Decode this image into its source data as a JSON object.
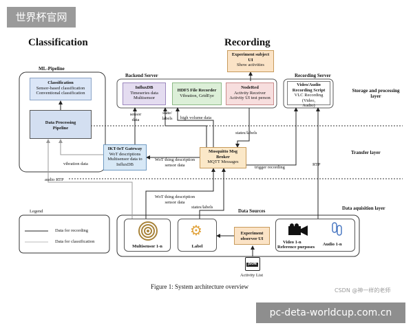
{
  "watermark_top": "世界杯官网",
  "watermark_bottom": "pc-deta-worldcup.com.cn",
  "csdn_mark": "CSDN @神一样的老师",
  "sections": {
    "classification": "Classification",
    "recording": "Recording"
  },
  "ml_pipeline": {
    "title": "ML-Pipeline",
    "classification_box": {
      "title": "Classification",
      "line1": "Sensor-based classification",
      "line2": "Conventional classification"
    },
    "processing_box": {
      "title": "Data Processing Pipeline"
    }
  },
  "backend": {
    "title": "Backend Server",
    "influx": {
      "title": "InfluxDB",
      "line1": "Timeseries data",
      "line2": "Multisensor"
    },
    "hdf5": {
      "title": "HDF5 File Recorder",
      "line1": "Vibration, GridEye"
    },
    "nodered": {
      "title": "NodeRed",
      "line1": "Activity Receiver",
      "line2": "Activity UI test person"
    }
  },
  "experiment_subject": {
    "title": "Experiment subject UI",
    "line1": "Show activities"
  },
  "recording_server": {
    "title": "Recording Server",
    "box": {
      "title": "Video/Audio Recording Script",
      "line1": "VLC Recording (Video,",
      "line2": "Audio)"
    }
  },
  "layers": {
    "storage": "Storage and processing layer",
    "transfer": "Transfer layer",
    "acquisition": "Data aquisition layer"
  },
  "gateway": {
    "title": "IKT-IoT Gateway",
    "line1": "WoT descriptions",
    "line2": "Multisensor data to",
    "line3": "InfluxDB"
  },
  "mosquitto": {
    "title": "Mosquitto Msg Broker",
    "line1": "MQTT Messages"
  },
  "edge_labels": {
    "sensor_data": "sensor data",
    "states_labels_top": "state/ labels",
    "high_volume": "high volume data",
    "states_labels_mid": "states/labels",
    "vibration": "vibration data",
    "wot_sensor_mid": "WoT thing description sensor data",
    "trigger": "trigger recording",
    "rtp": "RTP",
    "audio_rtp": "audio RTP",
    "wot_sensor_bottom": "WoT thing description sensor data",
    "states_labels_bottom": "states/labels"
  },
  "data_sources": {
    "title": "Data Sources",
    "multisensor": "Multisensor 1-n",
    "label": "Label",
    "observer": {
      "title": "Experiment observer UI"
    },
    "video": {
      "title": "Video 1-n",
      "sub": "Reference purposes"
    },
    "audio": "Audio 1-n",
    "json_icon_text": "JSON",
    "activity_list": "Activity List"
  },
  "legend": {
    "title": "Legend",
    "recording": "Data for recording",
    "classification": "Data for classification"
  },
  "caption": "Figure 1: System architecture overview",
  "colors": {
    "classification_fill": "#dbe6f7",
    "processing_fill": "#d3dff1",
    "influx_fill": "#e4dcf0",
    "hdf5_fill": "#dcefd8",
    "nodered_fill": "#f7dede",
    "subject_fill": "#fbe3c6",
    "gateway_fill": "#d7e8f6",
    "mosquitto_fill": "#fbe8c8",
    "observer_fill": "#fbe3c6"
  }
}
